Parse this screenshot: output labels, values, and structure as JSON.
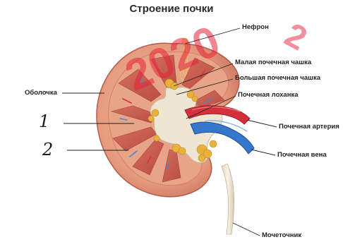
{
  "title": "Строение почки",
  "labels": {
    "nephron": "Нефрон",
    "minor_calyx": "Малая почечная чашка",
    "major_calyx": "Большая почечная чашка",
    "capsule": "Оболочка",
    "pelvis": "Почечная лоханка",
    "artery": "Почечная артерия",
    "vein": "Почечная вена",
    "ureter": "Мочеточник"
  },
  "handwritten": {
    "one": "1",
    "two": "2"
  },
  "colors": {
    "cortex": "#e9a183",
    "medulla": "#c95a4c",
    "artery": "#d8323e",
    "vein": "#2f6fc4",
    "fat": "#e8b23a",
    "pelvis": "#ece3cf",
    "watermark": "#e8203a"
  }
}
